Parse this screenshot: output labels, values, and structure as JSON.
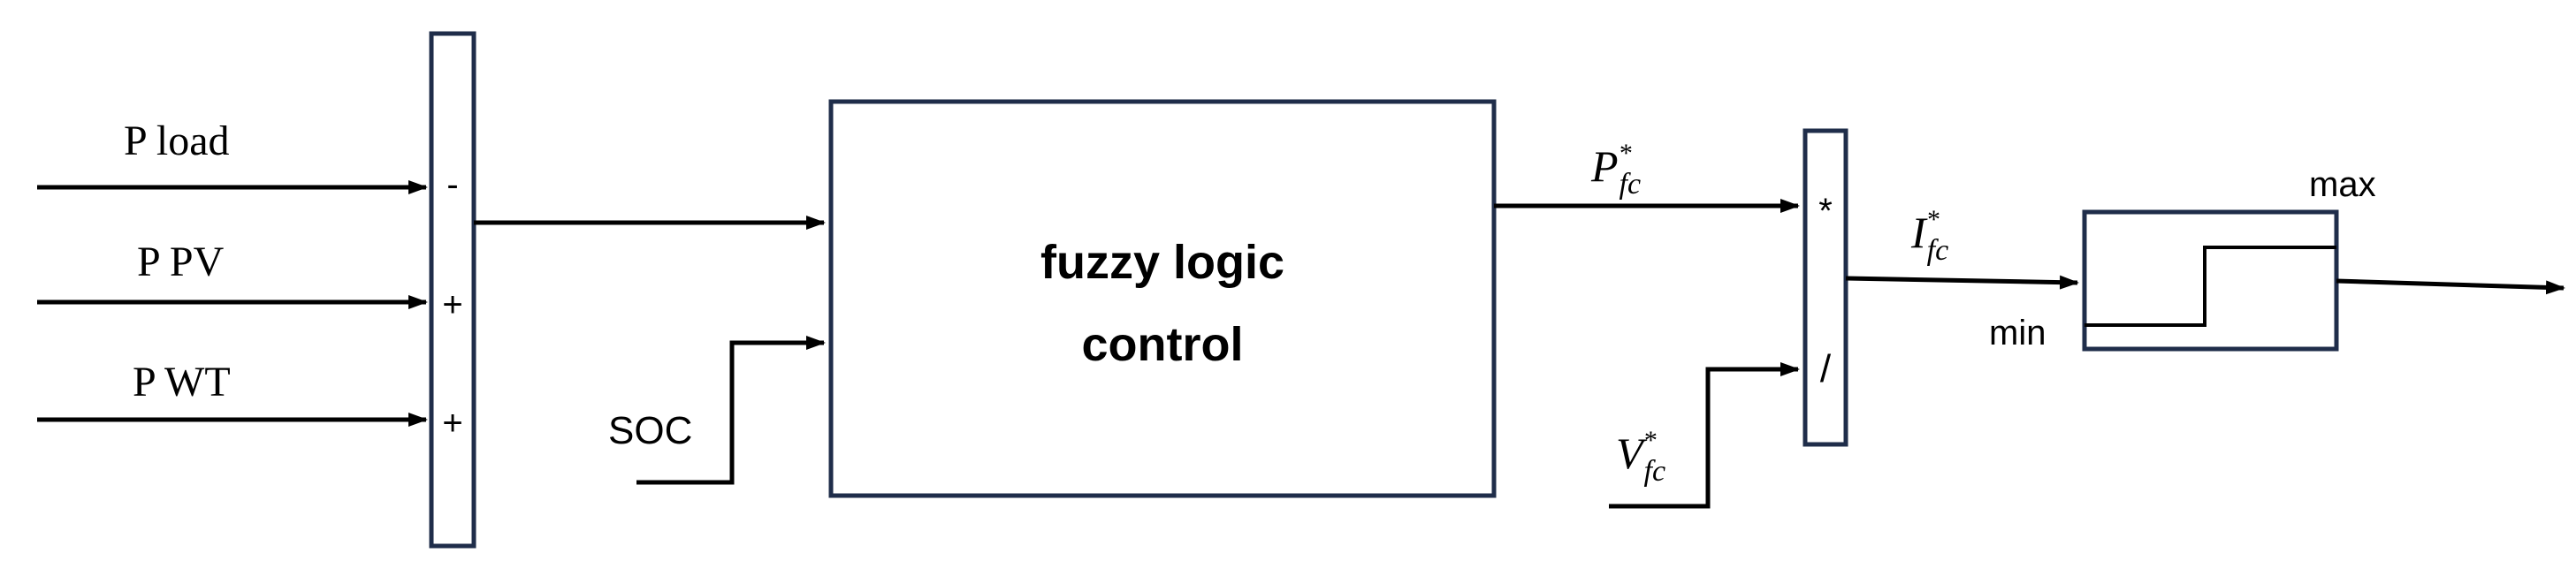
{
  "inputs": {
    "p_load": "P load",
    "p_pv": "P PV",
    "p_wt": "P WT",
    "soc": "SOC"
  },
  "summer_signs": {
    "load": "-",
    "pv": "+",
    "wt": "+"
  },
  "controller": {
    "line1": "fuzzy logic",
    "line2": "control"
  },
  "divider_ops": {
    "multiply": "*",
    "divide": "/"
  },
  "signals": {
    "p_ref": {
      "base": "P",
      "sup": "*",
      "sub": "fc"
    },
    "i_ref": {
      "base": "I",
      "sup": "*",
      "sub": "fc"
    },
    "v_ref": {
      "base": "V",
      "sup": "*",
      "sub": "fc"
    }
  },
  "limiter": {
    "max": "max",
    "min": "min"
  },
  "colors": {
    "box_stroke": "#1f2d4a",
    "wire": "#000000"
  }
}
